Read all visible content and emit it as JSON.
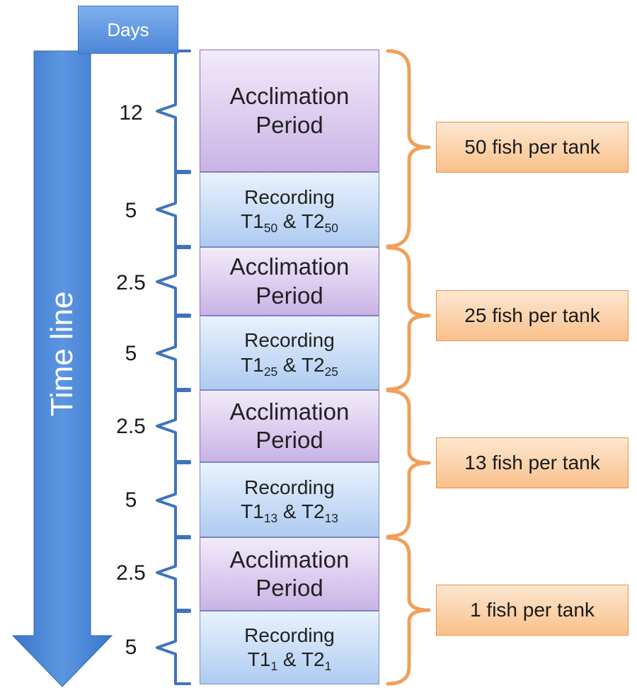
{
  "header": {
    "days_label": "Days"
  },
  "timeline": {
    "label": "Time line"
  },
  "stages": [
    {
      "type": "acclimation",
      "days": "12",
      "line1": "Acclimation",
      "line2": "Period"
    },
    {
      "type": "recording",
      "days": "5",
      "line1": "Recording",
      "t1": "T1",
      "t2": "T2",
      "sub": "50"
    },
    {
      "type": "acclimation",
      "days": "2.5",
      "line1": "Acclimation",
      "line2": "Period"
    },
    {
      "type": "recording",
      "days": "5",
      "line1": "Recording",
      "t1": "T1",
      "t2": "T2",
      "sub": "25"
    },
    {
      "type": "acclimation",
      "days": "2.5",
      "line1": "Acclimation",
      "line2": "Period"
    },
    {
      "type": "recording",
      "days": "5",
      "line1": "Recording",
      "t1": "T1",
      "t2": "T2",
      "sub": "13"
    },
    {
      "type": "acclimation",
      "days": "2.5",
      "line1": "Acclimation",
      "line2": "Period"
    },
    {
      "type": "recording",
      "days": "5",
      "line1": "Recording",
      "t1": "T1",
      "t2": "T2",
      "sub": "1"
    }
  ],
  "recording_joiner": "&",
  "groups": [
    {
      "label": "50 fish per tank"
    },
    {
      "label": "25 fish per tank"
    },
    {
      "label": "13 fish per tank"
    },
    {
      "label": "1 fish per tank"
    }
  ],
  "colors": {
    "arrow_blue": "#4a86d6",
    "day_brace_blue": "#3f74bd",
    "group_brace_orange": "#f0a05a"
  }
}
